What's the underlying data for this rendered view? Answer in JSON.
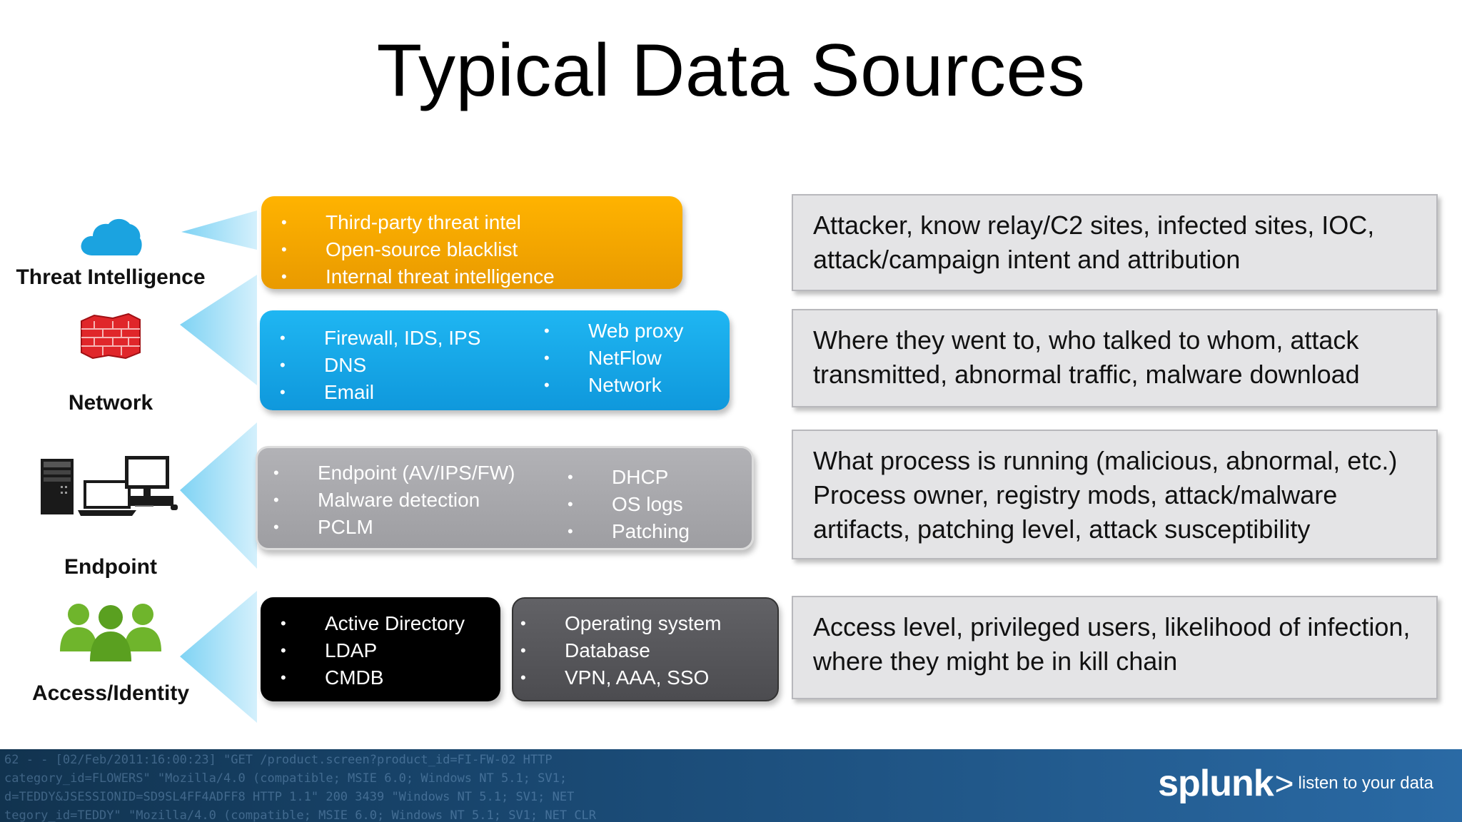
{
  "title": "Typical Data Sources",
  "categories": [
    {
      "label": "Threat Intelligence",
      "icon": "cloud-icon"
    },
    {
      "label": "Network",
      "icon": "firewall-icon"
    },
    {
      "label": "Endpoint",
      "icon": "computers-icon"
    },
    {
      "label": "Access/Identity",
      "icon": "users-icon"
    }
  ],
  "boxes": {
    "threat": {
      "items": [
        "Third-party threat intel",
        "Open-source blacklist",
        "Internal threat intelligence"
      ],
      "color": "#f2a400"
    },
    "network": {
      "col1": [
        "Firewall, IDS, IPS",
        "DNS",
        "Email"
      ],
      "col2": [
        "Web proxy",
        "NetFlow",
        "Network"
      ],
      "color": "#1aa6e6"
    },
    "endpoint": {
      "col1": [
        "Endpoint (AV/IPS/FW)",
        "Malware detection",
        "PCLM"
      ],
      "col2": [
        "DHCP",
        "OS logs",
        "Patching"
      ],
      "color": "#a9a9ad"
    },
    "access1": {
      "items": [
        "Active Directory",
        "LDAP",
        "CMDB"
      ],
      "color": "#000000"
    },
    "access2": {
      "items": [
        "Operating system",
        "Database",
        "VPN, AAA, SSO"
      ],
      "color": "#58585c"
    }
  },
  "descriptions": [
    {
      "line1": "Attacker, know relay/C2 sites, infected sites, IOC,",
      "line2": "attack/campaign intent and attribution"
    },
    {
      "line1": "Where they went to, who talked to whom, attack",
      "line2": "transmitted, abnormal traffic, malware download"
    },
    {
      "line1": "What process is running (malicious, abnormal, etc.)",
      "line2": "Process owner, registry mods, attack/malware",
      "line3": "artifacts, patching level, attack susceptibility"
    },
    {
      "line1": "Access level, privileged users, likelihood of infection,",
      "line2": "where they might be in kill chain"
    }
  ],
  "footer": {
    "brand": "splunk",
    "chevron": ">",
    "tagline": "listen to your data",
    "logs": [
      "62 - - [02/Feb/2011:16:00:23] \"GET /product.screen?product_id=FI-FW-02 HTTP",
      "category_id=FLOWERS\" \"Mozilla/4.0 (compatible; MSIE 6.0; Windows NT 5.1; SV1;",
      "d=TEDDY&JSESSIONID=SD9SL4FF4ADFF8 HTTP 1.1\" 200 3439 \"Windows NT 5.1; SV1; NET",
      "tegory_id=TEDDY\" \"Mozilla/4.0 (compatible; MSIE 6.0; Windows NT 5.1; SV1; NET CLR"
    ]
  }
}
